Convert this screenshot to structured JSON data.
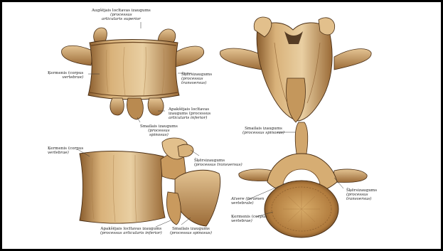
{
  "figure": {
    "views": [
      {
        "name": "posterior-view",
        "labels": [
          {
            "id": "superior-articular",
            "line1": "Augšējais locītavas izaugums",
            "line2": "(processus",
            "line3": "articularis superior"
          },
          {
            "id": "body",
            "line1": "Ķermenis (corpus",
            "line2": "vertebrae)"
          },
          {
            "id": "transverse",
            "line1": "Šķērsizaugums",
            "line2": "(processus",
            "line3": "transversus)"
          },
          {
            "id": "inferior-articular",
            "line1": "Apakšējais locītavas",
            "line2": "izaugums (processus",
            "line3": "articularis inferior)"
          },
          {
            "id": "spinous",
            "line1": "Smailais izaugums",
            "line2": "(processus",
            "line3": "spinosus)"
          }
        ]
      },
      {
        "name": "posterior-oblique-view",
        "labels": []
      },
      {
        "name": "lateral-view",
        "labels": [
          {
            "id": "body",
            "line1": "Ķermenis (corpus",
            "line2": "vertebrae)"
          },
          {
            "id": "transverse",
            "line1": "Šķērsizaugums",
            "line2": "(processus transversus)"
          },
          {
            "id": "inferior-articular",
            "line1": "Apakšējais locītavas izaugums",
            "line2": "(processus articularis inferior)"
          },
          {
            "id": "spinous",
            "line1": "Smailais izaugums",
            "line2": "(processus spinosus)"
          }
        ]
      },
      {
        "name": "superior-view",
        "labels": [
          {
            "id": "spinous",
            "line1": "Smailais izaugums",
            "line2": "(processus spinosus)"
          },
          {
            "id": "transverse",
            "line1": "Šķērsizaugums",
            "line2": "(processus",
            "line3": "transversus)"
          },
          {
            "id": "foramen",
            "line1": "Atvere (foramen",
            "line2": "vertebrale)"
          },
          {
            "id": "body",
            "line1": "Ķermenis (corpus",
            "line2": "vertebrae)"
          }
        ]
      }
    ],
    "colors": {
      "bone_light": "#e7c99a",
      "bone_mid": "#c99a5e",
      "bone_dark": "#7a5228",
      "bone_shadow": "#4a2e14",
      "leader": "#333333"
    }
  }
}
